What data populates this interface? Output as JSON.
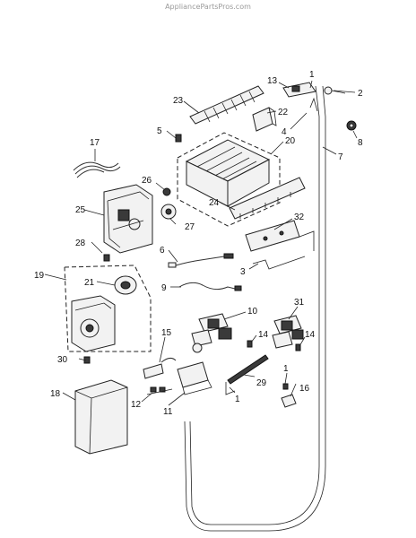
{
  "watermark": "AppliancePartsPros.com",
  "callouts": [
    {
      "id": "c1a",
      "label": "1"
    },
    {
      "id": "c2",
      "label": "2"
    },
    {
      "id": "c13",
      "label": "13"
    },
    {
      "id": "c23",
      "label": "23"
    },
    {
      "id": "c22",
      "label": "22"
    },
    {
      "id": "c4",
      "label": "4"
    },
    {
      "id": "c8",
      "label": "8"
    },
    {
      "id": "c5",
      "label": "5"
    },
    {
      "id": "c20",
      "label": "20"
    },
    {
      "id": "c7",
      "label": "7"
    },
    {
      "id": "c17",
      "label": "17"
    },
    {
      "id": "c26",
      "label": "26"
    },
    {
      "id": "c25",
      "label": "25"
    },
    {
      "id": "c24",
      "label": "24"
    },
    {
      "id": "c32",
      "label": "32"
    },
    {
      "id": "c27",
      "label": "27"
    },
    {
      "id": "c28",
      "label": "28"
    },
    {
      "id": "c6",
      "label": "6"
    },
    {
      "id": "c3",
      "label": "3"
    },
    {
      "id": "c19",
      "label": "19"
    },
    {
      "id": "c21",
      "label": "21"
    },
    {
      "id": "c9",
      "label": "9"
    },
    {
      "id": "c31",
      "label": "31"
    },
    {
      "id": "c10",
      "label": "10"
    },
    {
      "id": "c14a",
      "label": "14"
    },
    {
      "id": "c14b",
      "label": "14"
    },
    {
      "id": "c15",
      "label": "15"
    },
    {
      "id": "c30",
      "label": "30"
    },
    {
      "id": "c1b",
      "label": "1"
    },
    {
      "id": "c29",
      "label": "29"
    },
    {
      "id": "c16",
      "label": "16"
    },
    {
      "id": "c18",
      "label": "18"
    },
    {
      "id": "c12",
      "label": "12"
    },
    {
      "id": "c11",
      "label": "11"
    },
    {
      "id": "c1c",
      "label": "1"
    }
  ]
}
